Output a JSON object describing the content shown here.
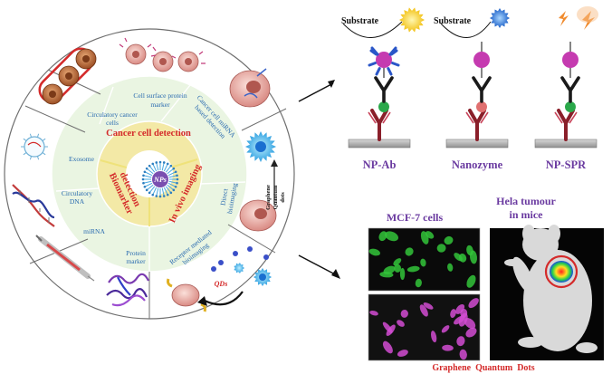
{
  "center": {
    "label": "NPs"
  },
  "middle_ring": {
    "cancer_cell_detection": "Cancer cell detection",
    "biomarker_detection": [
      "Biomarker",
      "detection"
    ],
    "in_vivo_imaging": "In vivo imaging"
  },
  "inner_ring": {
    "circulatory_cancer_cells": [
      "Circulatory cancer",
      "cells"
    ],
    "cell_surface_protein_marker": [
      "Cell surface protein",
      "marker"
    ],
    "cancer_cell_mirna": [
      "Cancer cell miRNA",
      "based detection"
    ],
    "exosome": "Exosome",
    "circulatory_dna": [
      "Circulatory",
      "DNA"
    ],
    "mirna": "miRNA",
    "protein_marker": [
      "Protein",
      "marker"
    ],
    "direct_bioimaging": [
      "Direct",
      "bioimaging"
    ],
    "receptor_mediated": [
      "Receptor mediated",
      "bioimaging"
    ]
  },
  "outer_ring": {
    "graphene_quantum_dots": [
      "Graphene",
      "Quantum",
      "dots"
    ],
    "qds": "QDs"
  },
  "assays": {
    "substrate_label": "Substrate",
    "items": [
      {
        "label": "NP-Ab"
      },
      {
        "label": "Nanozyme"
      },
      {
        "label": "NP-SPR"
      }
    ]
  },
  "imaging": {
    "mcf7_title": "MCF-7 cells",
    "hela_title": [
      "Hela tumour",
      "in mice"
    ],
    "caption": "Graphene  Quantum  Dots"
  },
  "colors": {
    "outer_ring_fill": "#ffffff",
    "inner_ring_fill": "#eaf5e2",
    "middle_ring_fill": "#f3e9a6",
    "hub_fill": "#ffffff",
    "label_blue": "#2a6bb0",
    "label_red": "#d42a2a",
    "label_purple": "#6a3aa0",
    "divider_yellow": "#efe27a",
    "mcf7_green": "#33c43a",
    "mcf7_magenta": "#d24cd2",
    "spr_orange": "#f08a2c"
  }
}
